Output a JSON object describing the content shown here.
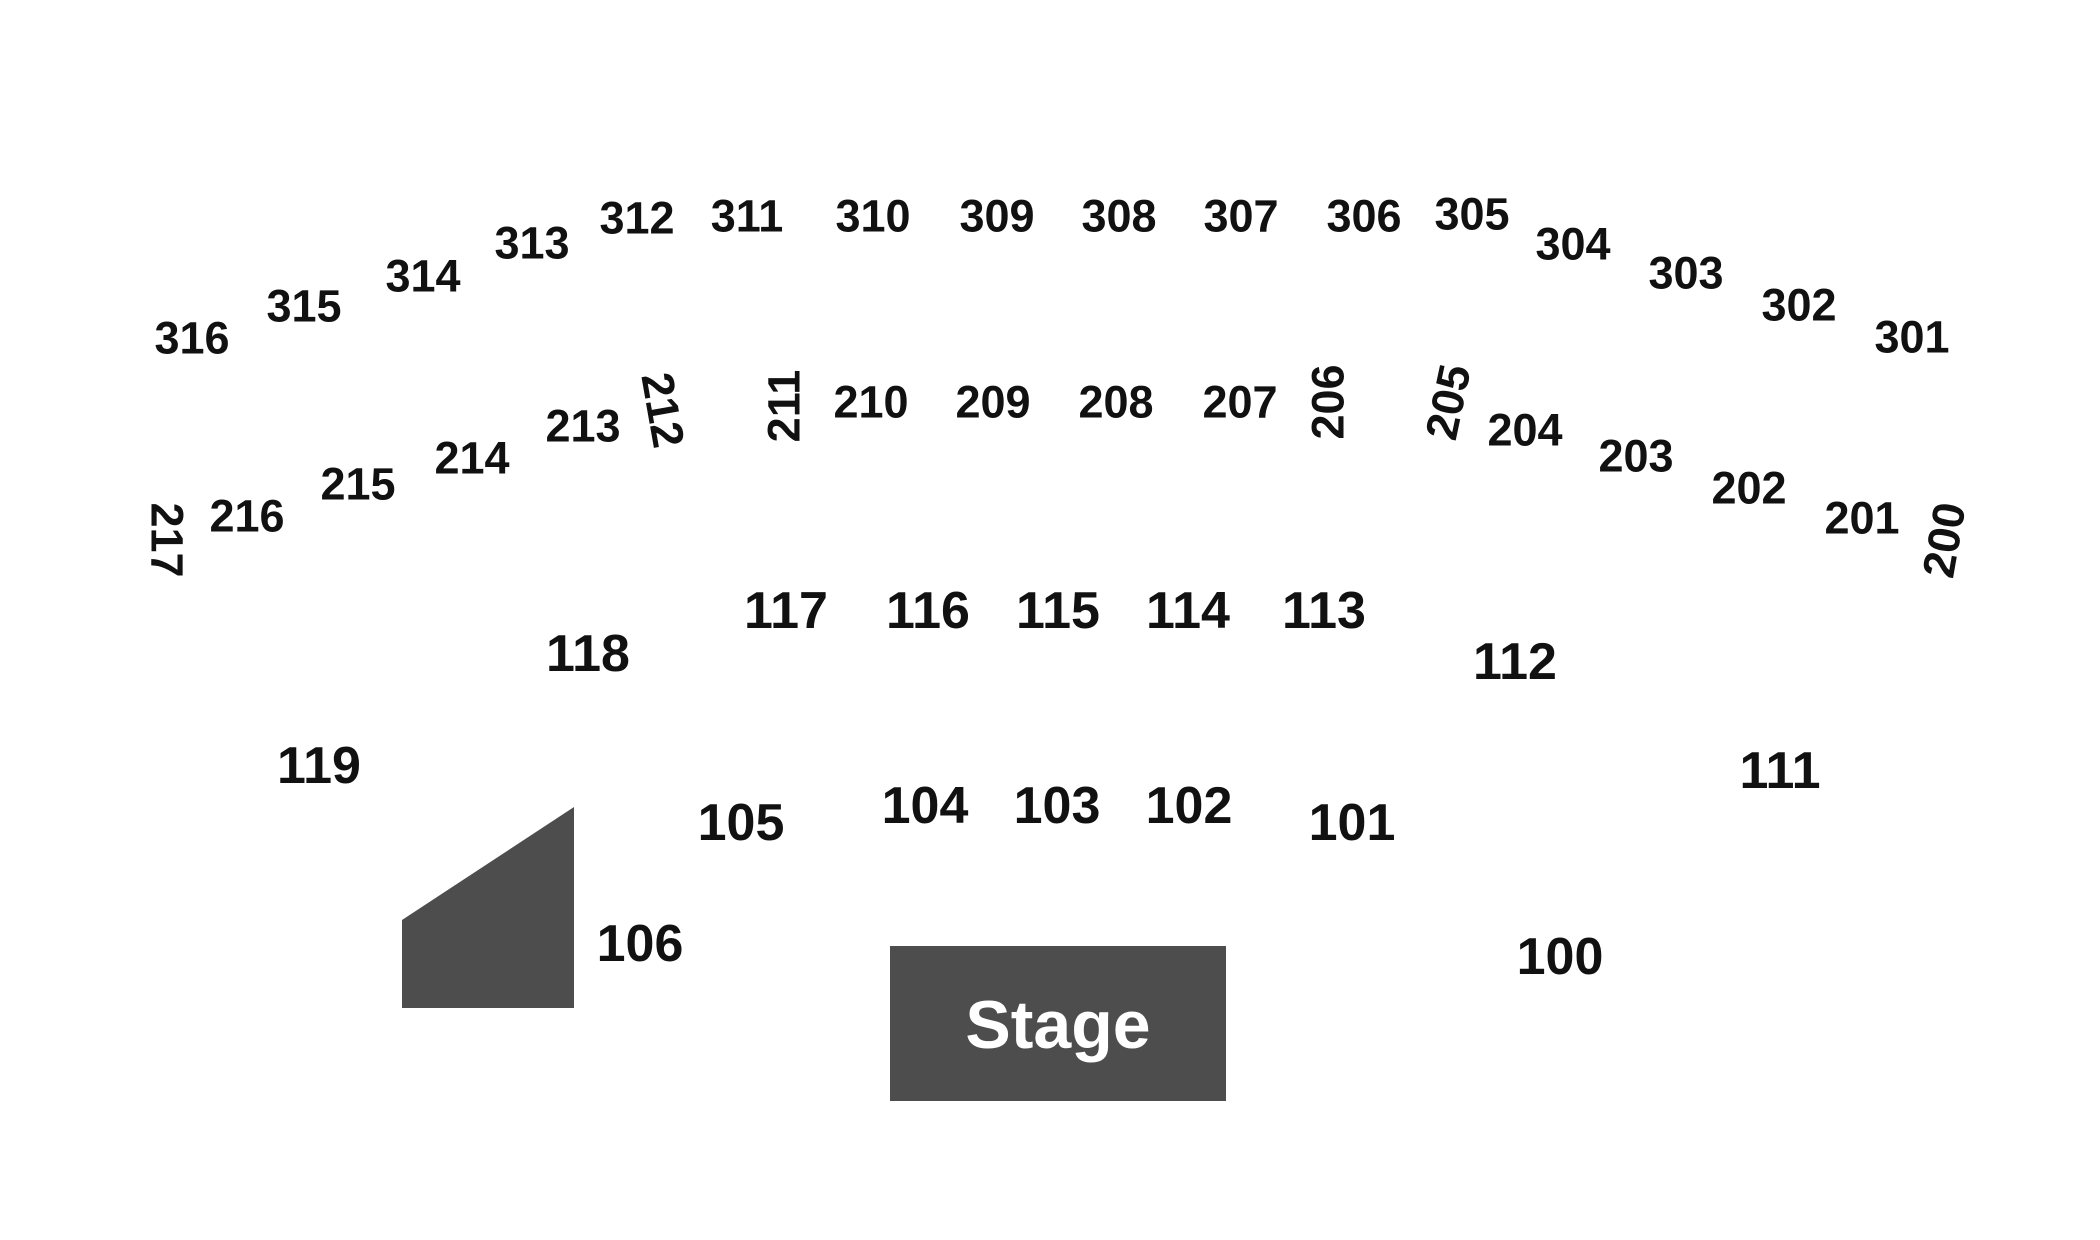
{
  "colors": {
    "background": "#ffffff",
    "text": "#111111",
    "block_fill": "#4d4d4d",
    "stage_text": "#ffffff"
  },
  "stage": {
    "label": "Stage"
  },
  "sections": {
    "s316": "316",
    "s315": "315",
    "s314": "314",
    "s313": "313",
    "s312": "312",
    "s311": "311",
    "s310": "310",
    "s309": "309",
    "s308": "308",
    "s307": "307",
    "s306": "306",
    "s305": "305",
    "s304": "304",
    "s303": "303",
    "s302": "302",
    "s301": "301",
    "s217": "217",
    "s216": "216",
    "s215": "215",
    "s214": "214",
    "s213": "213",
    "s212": "212",
    "s211": "211",
    "s210": "210",
    "s209": "209",
    "s208": "208",
    "s207": "207",
    "s206": "206",
    "s205": "205",
    "s204": "204",
    "s203": "203",
    "s202": "202",
    "s201": "201",
    "s200": "200",
    "s119": "119",
    "s118": "118",
    "s117": "117",
    "s116": "116",
    "s115": "115",
    "s114": "114",
    "s113": "113",
    "s112": "112",
    "s111": "111",
    "s106": "106",
    "s105": "105",
    "s104": "104",
    "s103": "103",
    "s102": "102",
    "s101": "101",
    "s100": "100"
  }
}
